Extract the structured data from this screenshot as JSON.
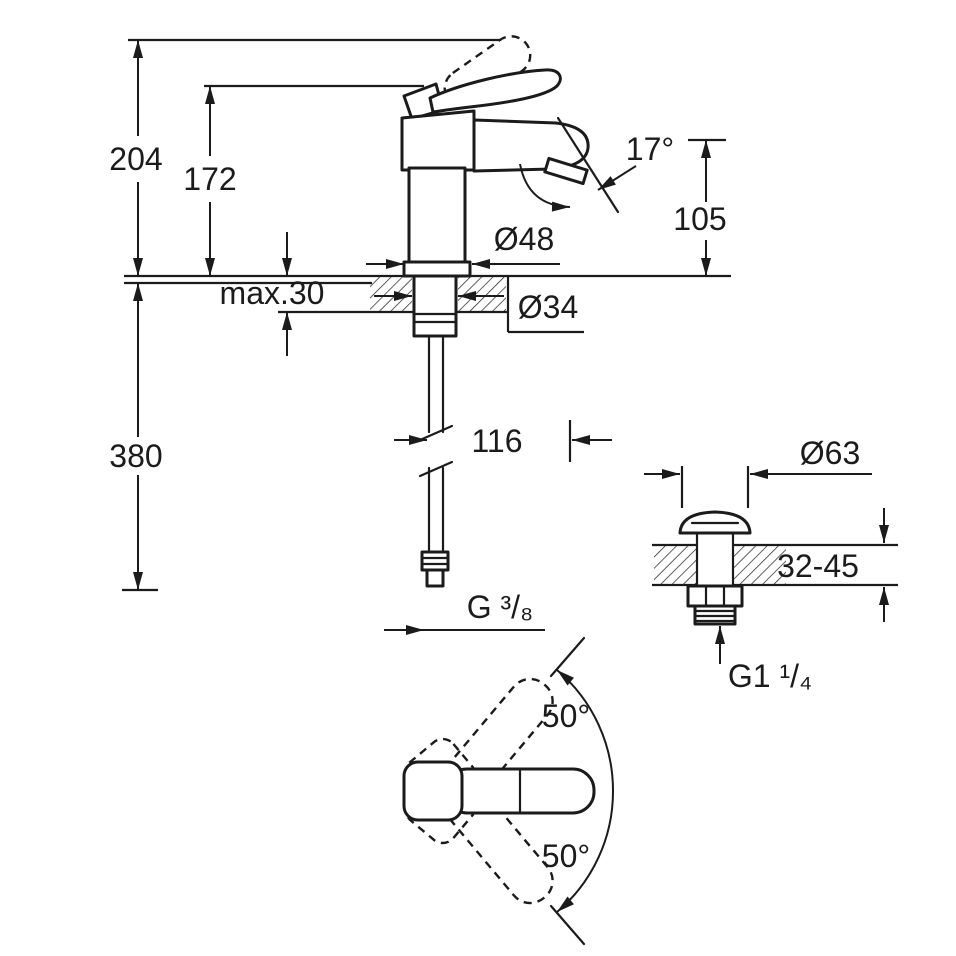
{
  "page": {
    "background_color": "#ffffff",
    "line_color": "#1b1b1b",
    "description": "Technical dimension drawing of a single-lever basin mixer tap with pop-up waste"
  },
  "labels": {
    "height_total": "204",
    "height_to_handle": "172",
    "mounting_max_thickness": "max.30",
    "depth_below_deck": "380",
    "spout_angle": "17°",
    "spout_height": "105",
    "base_diameter": "Ø48",
    "shank_diameter": "Ø34",
    "spout_projection": "116",
    "waste_flange_diameter": "Ø63",
    "deck_thickness_range": "32-45",
    "supply_connection_thread": "G ³/₈",
    "waste_thread": "G1 ¹/₄",
    "handle_swing_up": "50°",
    "handle_swing_down": "50°"
  }
}
